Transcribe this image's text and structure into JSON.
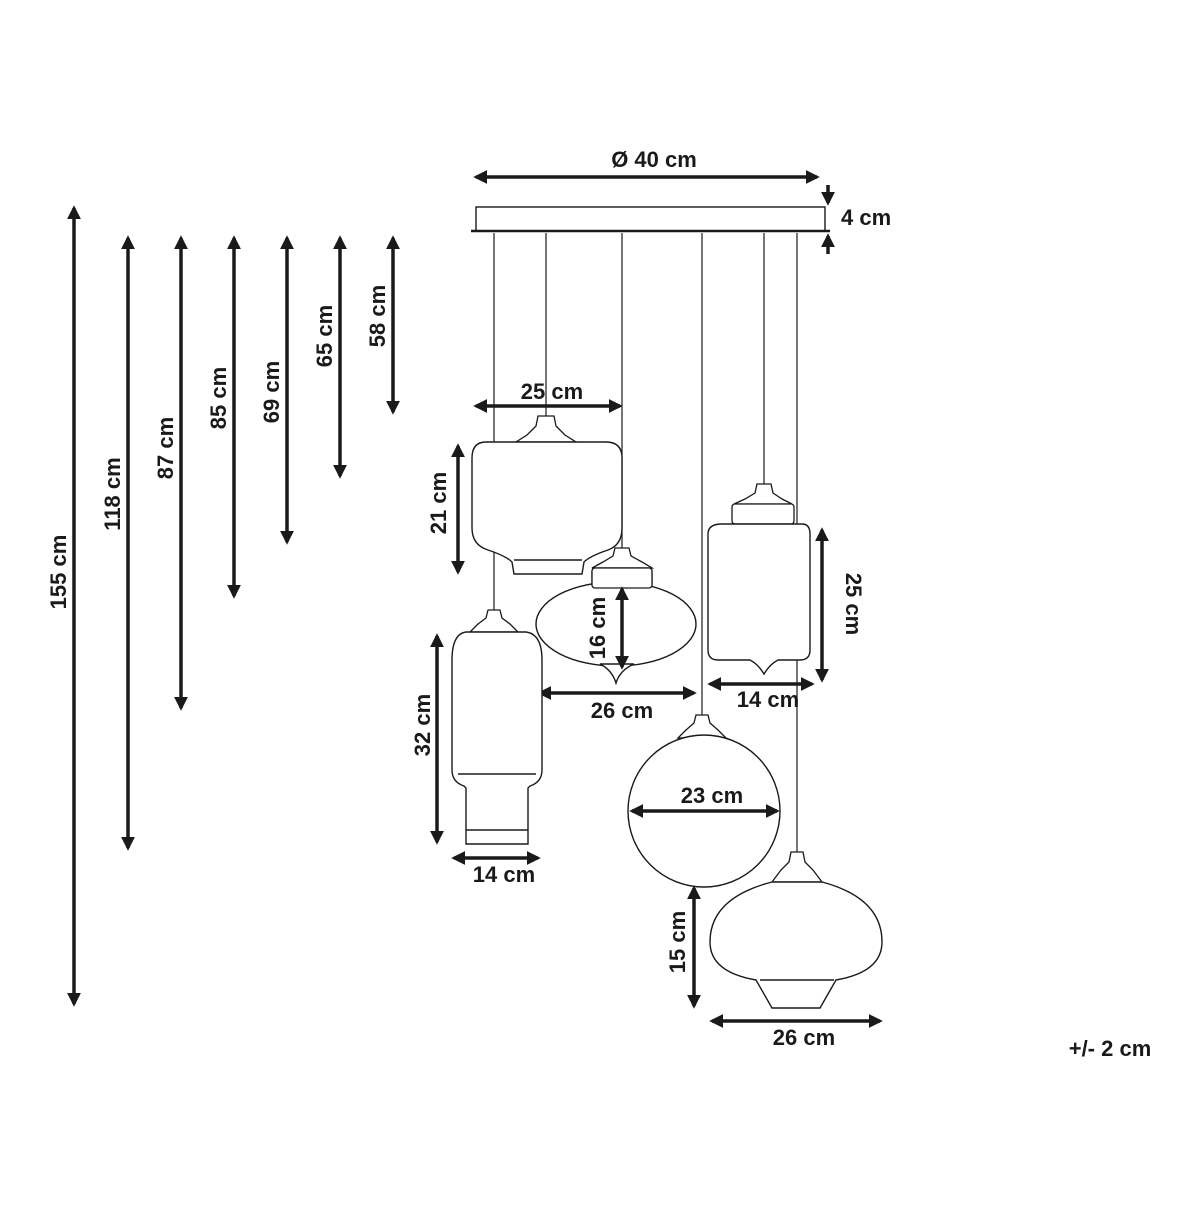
{
  "canopy": {
    "diameter_label": "Ø 40 cm",
    "height_label": "4 cm"
  },
  "drop_lengths": [
    "155 cm",
    "118 cm",
    "87 cm",
    "85 cm",
    "69 cm",
    "65 cm",
    "58 cm"
  ],
  "shades": {
    "shade_1": {
      "width_label": "25 cm",
      "height_label": "21 cm"
    },
    "shade_2": {
      "width_label": "26 cm",
      "height_label": "16 cm"
    },
    "shade_3": {
      "width_label": "14 cm",
      "height_label": "25 cm"
    },
    "shade_4": {
      "width_label": "14 cm",
      "height_label": "32 cm"
    },
    "shade_5": {
      "width_label": "23 cm"
    },
    "shade_6": {
      "width_label": "26 cm",
      "height_label": "15 cm"
    }
  },
  "tolerance_label": "+/- 2 cm"
}
